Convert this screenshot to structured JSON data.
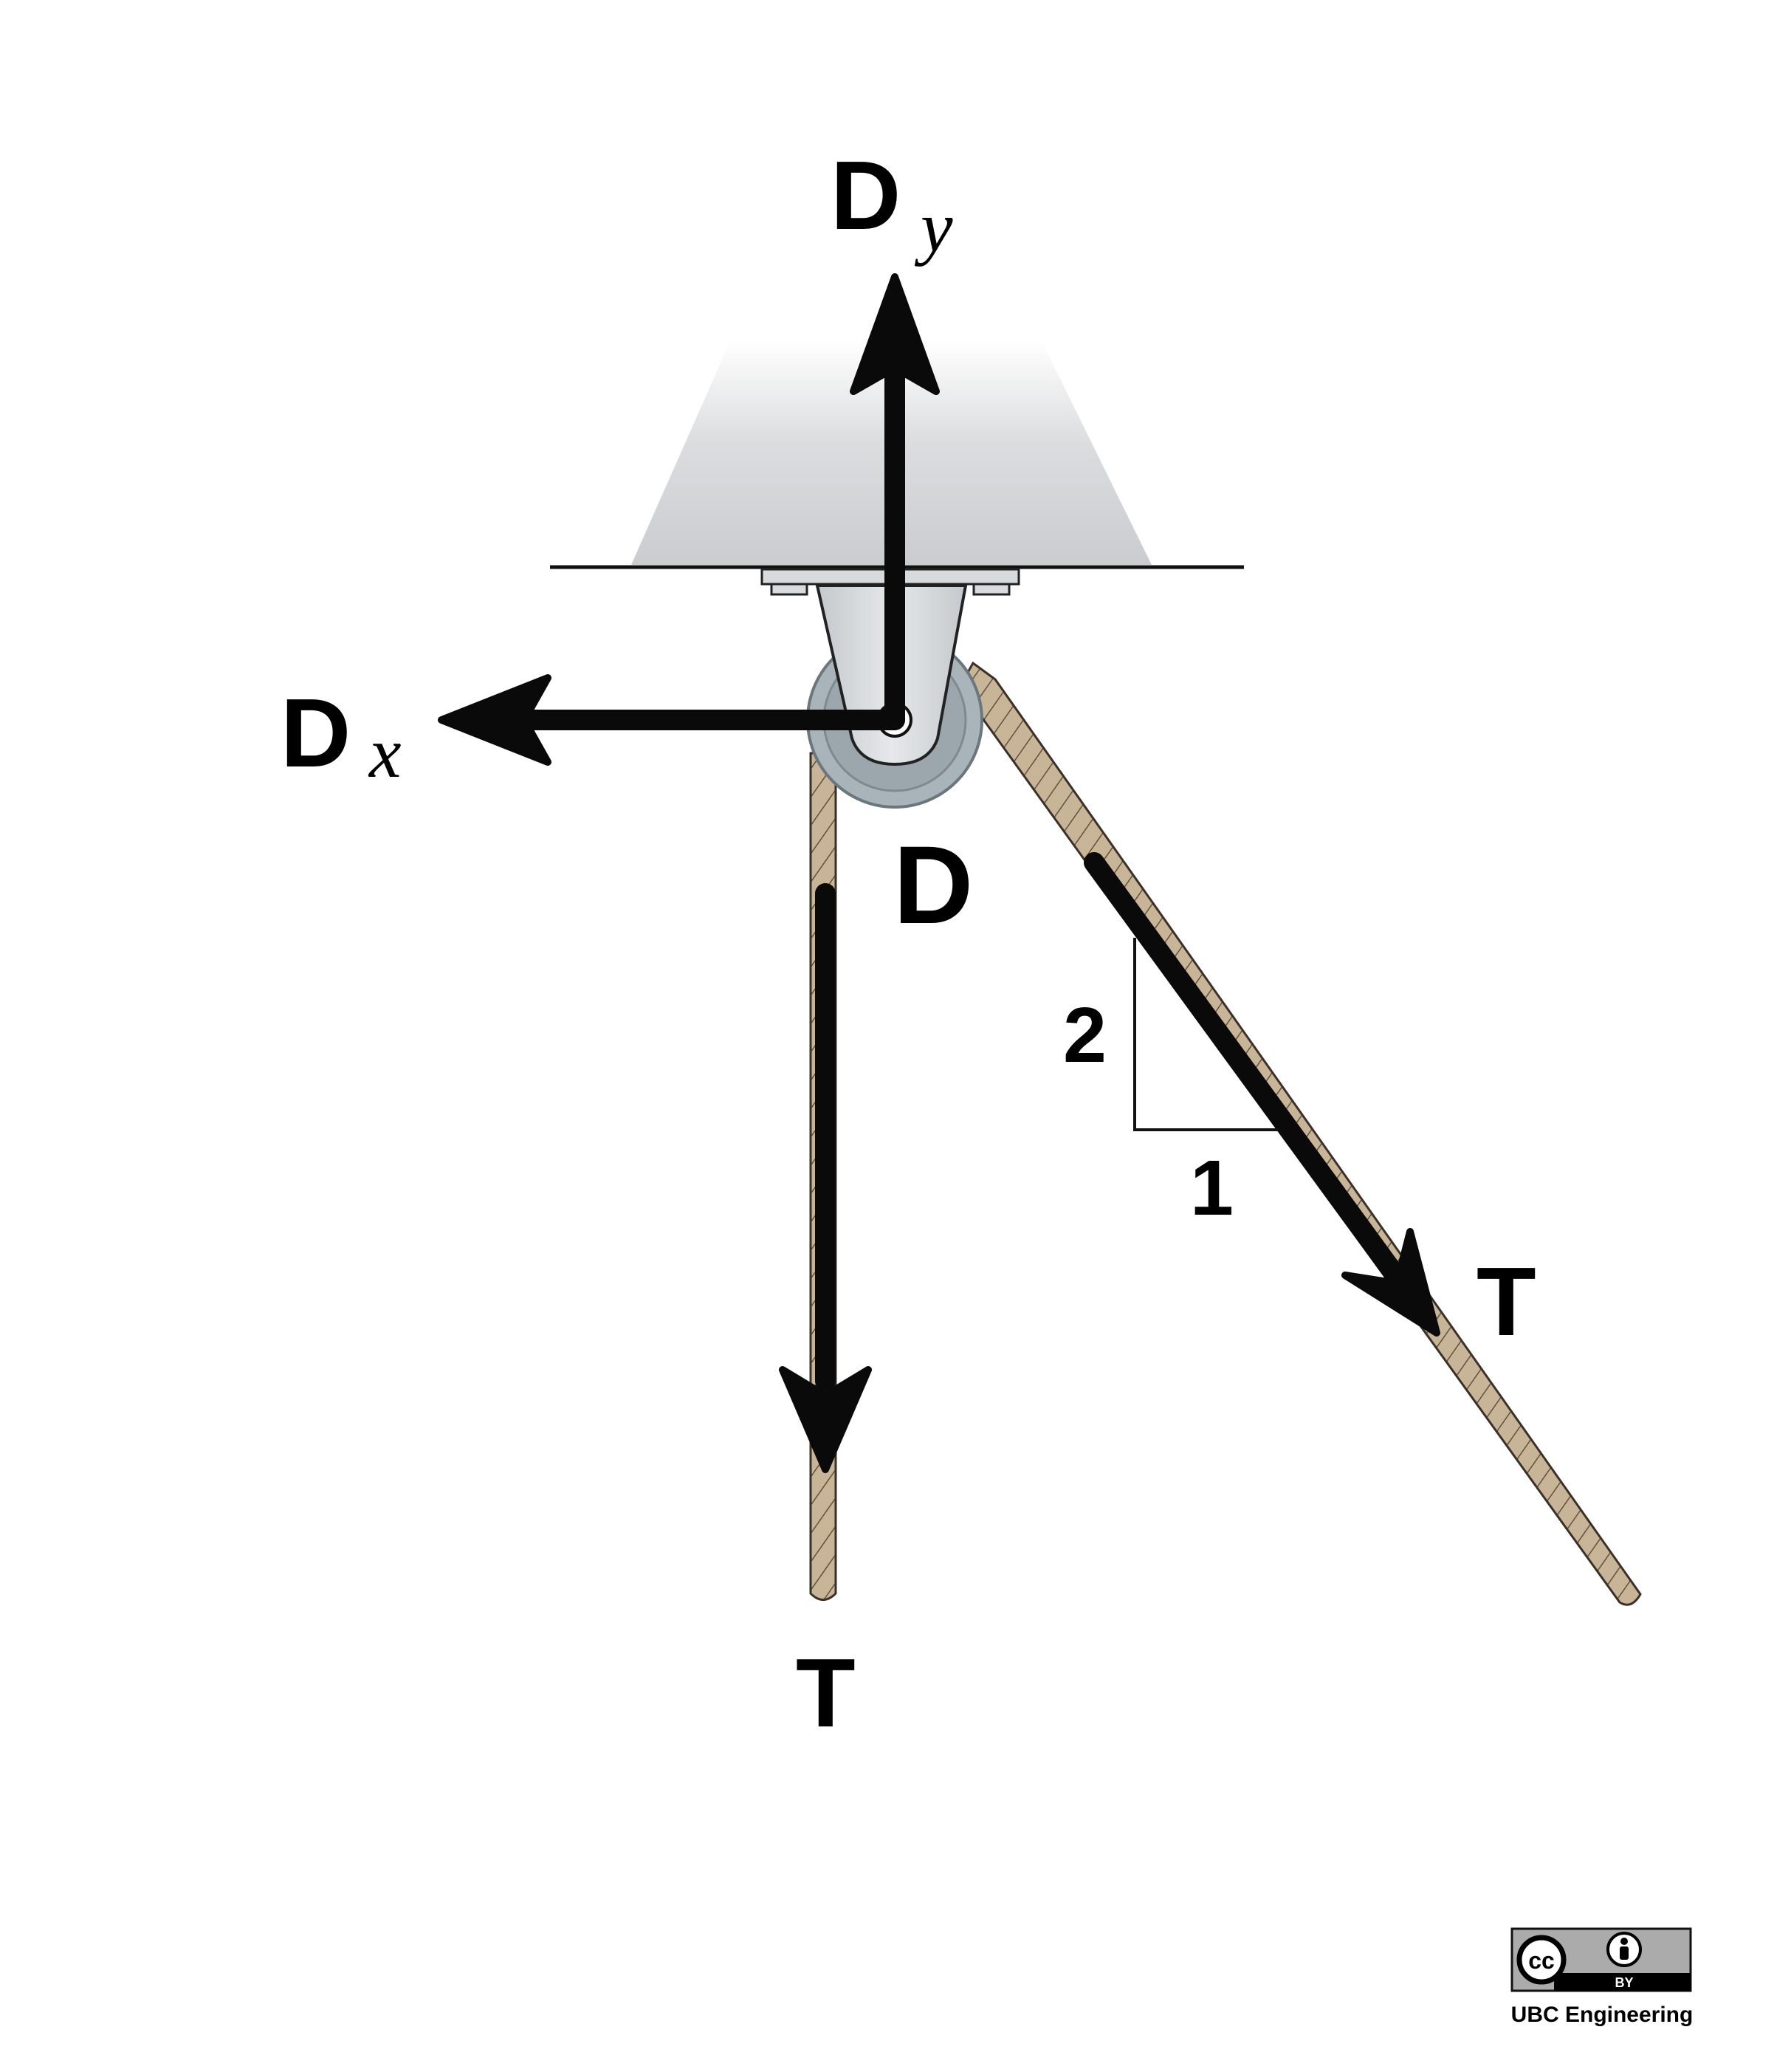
{
  "labels": {
    "dy_main": "D",
    "dy_sub": "y",
    "dx_main": "D",
    "dx_sub": "x",
    "pulley": "D",
    "t_vertical": "T",
    "t_slope": "T",
    "slope_rise": "2",
    "slope_run": "1"
  },
  "license": {
    "cc_mark": "cc",
    "by_text": "BY",
    "credit": "UBC Engineering"
  },
  "icons": [
    "cc-icon",
    "attribution-person-icon",
    "arrow-icon",
    "pulley-icon",
    "rope-icon",
    "ceiling-icon"
  ],
  "colors": {
    "arrow": "#0a0a0a",
    "rope": "#c8b497",
    "rope_hatch": "#6a5a44",
    "pulley": "#a6b2b8",
    "bracket": "#d3d7da",
    "ceiling_top": "#ffffff",
    "ceiling_bottom": "#cfd0d2"
  }
}
